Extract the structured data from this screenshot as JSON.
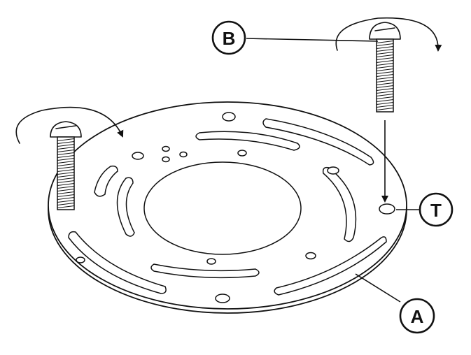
{
  "callouts": {
    "plate": "A",
    "bolt": "B",
    "hole": "T"
  }
}
